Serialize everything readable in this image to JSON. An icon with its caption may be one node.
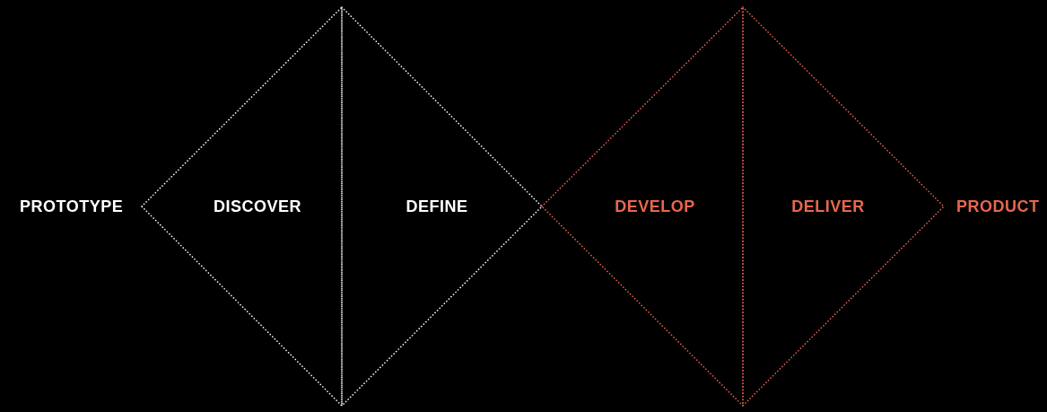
{
  "diagram": {
    "nodes": [
      {
        "text": [
          "DISCOVER"
        ]
      },
      {
        "text": [
          "DEFINE"
        ]
      },
      {
        "text": [
          "DEVELOP"
        ]
      },
      {
        "text": [
          "DELIVER"
        ]
      }
    ],
    "labels": [
      "PROTOTYPE",
      "PRODUCT"
    ]
  }
}
